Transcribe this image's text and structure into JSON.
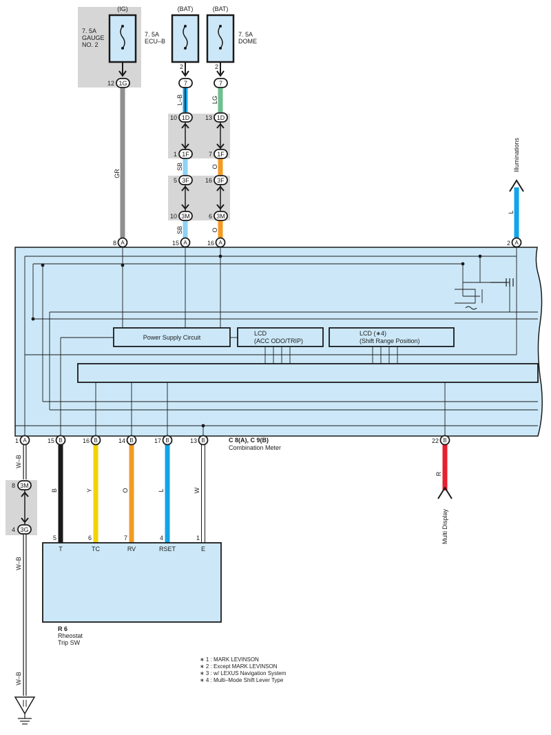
{
  "fuses": {
    "gauge": {
      "source": "(IG)",
      "rating": "7. 5A",
      "name_line1": "GAUGE",
      "name_line2": "NO. 2",
      "pin": "12",
      "connector": "1G"
    },
    "ecu_b": {
      "source": "(BAT)",
      "rating": "7. 5A",
      "name": "ECU–B",
      "pin": "2",
      "connector": "7"
    },
    "dome": {
      "source": "(BAT)",
      "rating": "7. 5A",
      "name": "DOME",
      "pin": "2",
      "connector": "7"
    }
  },
  "junctions": {
    "j1d_left": {
      "pin": "10",
      "connector": "1D"
    },
    "j1d_right": {
      "pin": "13",
      "connector": "1D"
    },
    "j1f_left": {
      "pin": "1",
      "connector": "1F"
    },
    "j1f_right": {
      "pin": "7",
      "connector": "1F"
    },
    "j3f_left": {
      "pin": "5",
      "connector": "3F"
    },
    "j3f_right": {
      "pin": "16",
      "connector": "3F"
    },
    "j3m_left": {
      "pin": "10",
      "connector": "3M"
    },
    "j3m_right": {
      "pin": "6",
      "connector": "3M"
    },
    "j3m_low": {
      "pin": "8",
      "connector": "3M"
    },
    "j3g_low": {
      "pin": "4",
      "connector": "3G"
    }
  },
  "wires": {
    "gr": "GR",
    "lb": "L–B",
    "lg": "LG",
    "sb1": "SB",
    "sb2": "SB",
    "o1": "O",
    "o2": "O",
    "l_illum": "L",
    "wb1": "W–B",
    "wb2": "W–B",
    "wb3": "W–B",
    "b": "B",
    "y": "Y",
    "o3": "O",
    "l": "L",
    "w": "W",
    "r": "R"
  },
  "meter": {
    "top_pins": [
      {
        "pin": "8",
        "conn": "A"
      },
      {
        "pin": "15",
        "conn": "A"
      },
      {
        "pin": "16",
        "conn": "A"
      },
      {
        "pin": "2",
        "conn": "A"
      }
    ],
    "bottom_pins": [
      {
        "pin": "1",
        "conn": "A"
      },
      {
        "pin": "15",
        "conn": "B"
      },
      {
        "pin": "16",
        "conn": "B"
      },
      {
        "pin": "14",
        "conn": "B"
      },
      {
        "pin": "17",
        "conn": "B"
      },
      {
        "pin": "13",
        "conn": "B"
      },
      {
        "pin": "22",
        "conn": "B"
      }
    ],
    "power_supply": "Power Supply Circuit",
    "lcd1_line1": "LCD",
    "lcd1_line2": "(ACC ODO/TRIP)",
    "lcd2_line1": "LCD (∗4)",
    "lcd2_line2": "(Shift Range Position)",
    "code": "C 8(A), C 9(B)",
    "name": "Combination Meter"
  },
  "illuminations": "Illuminations",
  "multi_display": "Multi Display",
  "rheostat": {
    "pins": [
      "5",
      "6",
      "7",
      "4",
      "1"
    ],
    "terminals": [
      "T",
      "TC",
      "RV",
      "RSET",
      "E"
    ],
    "code": "R 6",
    "name_line1": "Rheostat",
    "name_line2": "Trip SW"
  },
  "notes": [
    "∗ 1 : MARK LEVINSON",
    "∗ 2 : Except MARK LEVINSON",
    "∗ 3 : w/ LEXUS Navigation System",
    "∗ 4 : Multi–Mode Shift Lever Type"
  ],
  "colors": {
    "meter_fill": "#cce8f8",
    "fuse_fill": "#cce8f8",
    "junction_gray": "#d6d6d6",
    "gr": "#8f8f8f",
    "lb": "#17a6e6",
    "lg": "#6fbf8f",
    "sb": "#8fd3f5",
    "o": "#f39a24",
    "l": "#13a4e8",
    "b": "#1a1a1a",
    "y": "#f2d400",
    "r": "#e6202f"
  }
}
